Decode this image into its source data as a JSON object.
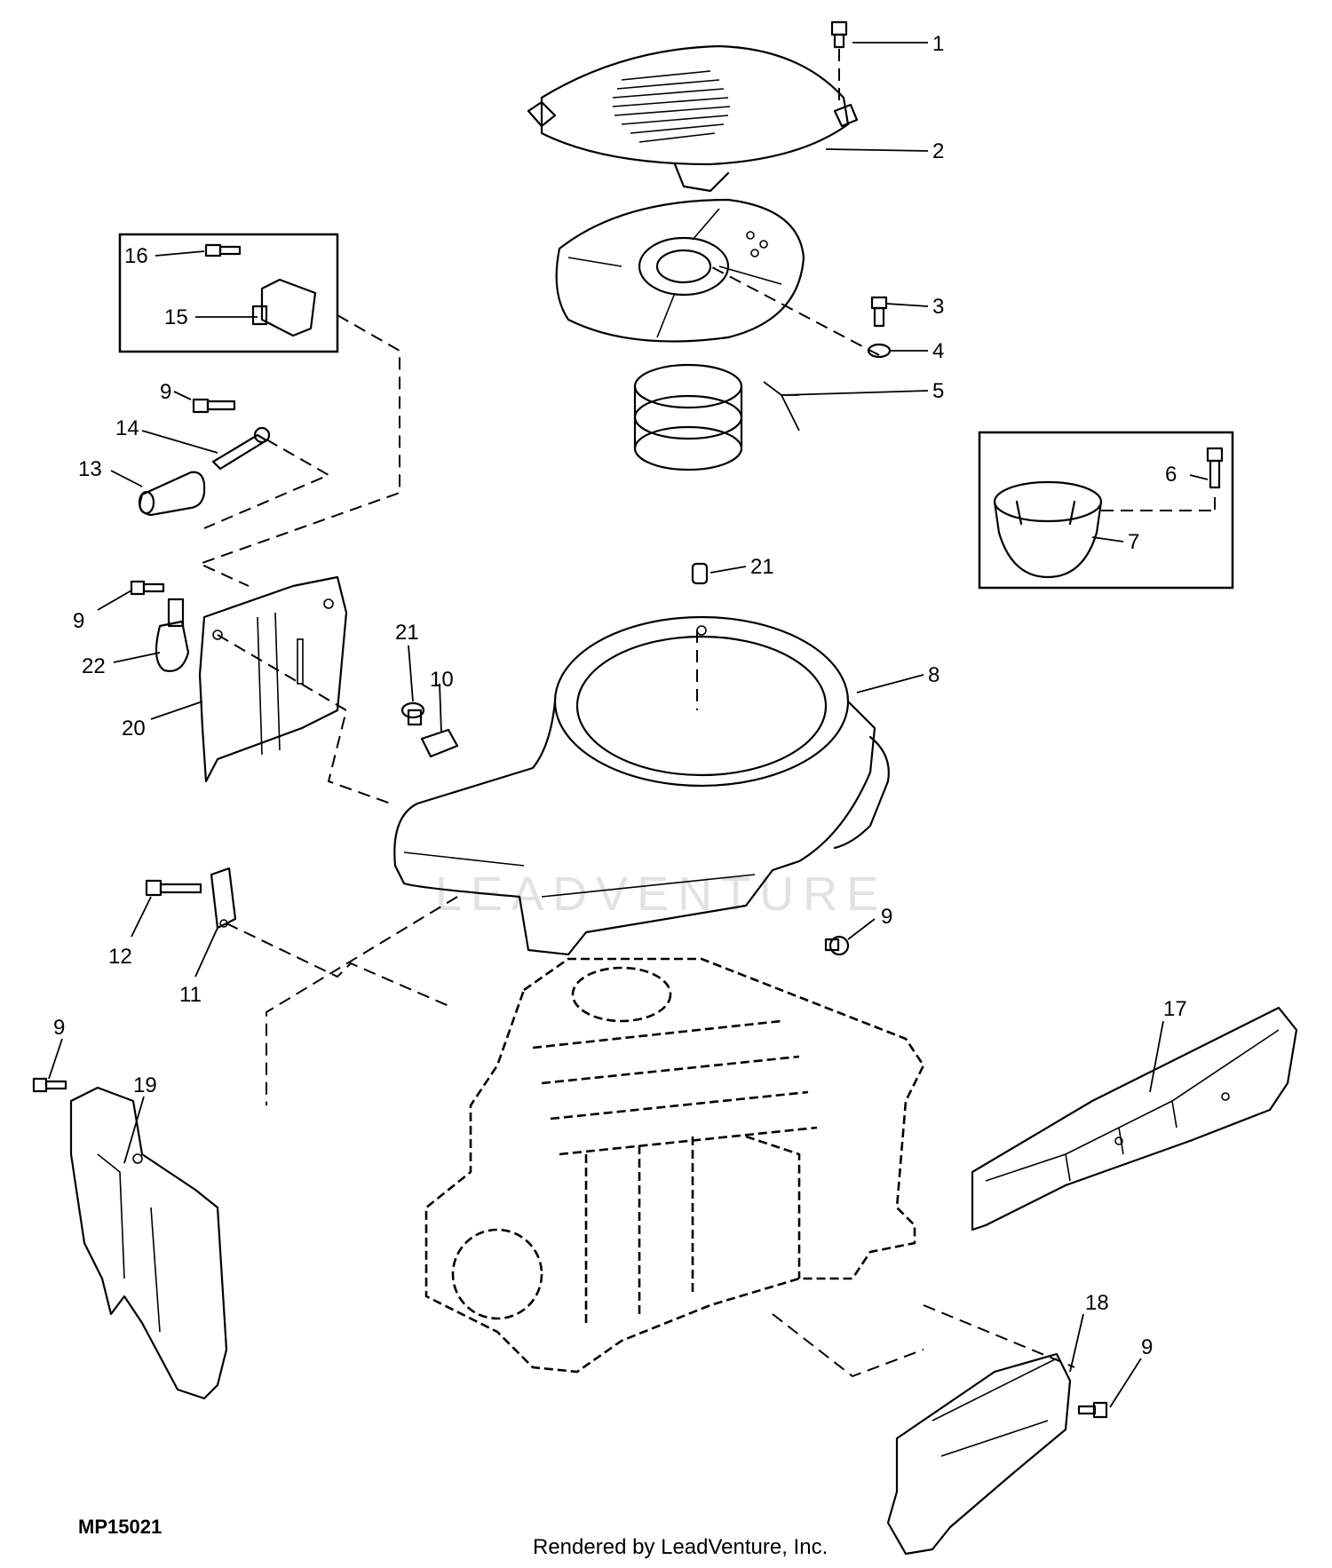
{
  "diagram": {
    "callouts": [
      "1",
      "2",
      "3",
      "4",
      "5",
      "6",
      "7",
      "8",
      "9",
      "10",
      "11",
      "12",
      "13",
      "14",
      "15",
      "16",
      "17",
      "18",
      "19",
      "20",
      "21",
      "22"
    ],
    "figure_code": "MP15021",
    "footer": "Rendered by LeadVenture, Inc.",
    "watermark": "LEADVENTURE"
  }
}
